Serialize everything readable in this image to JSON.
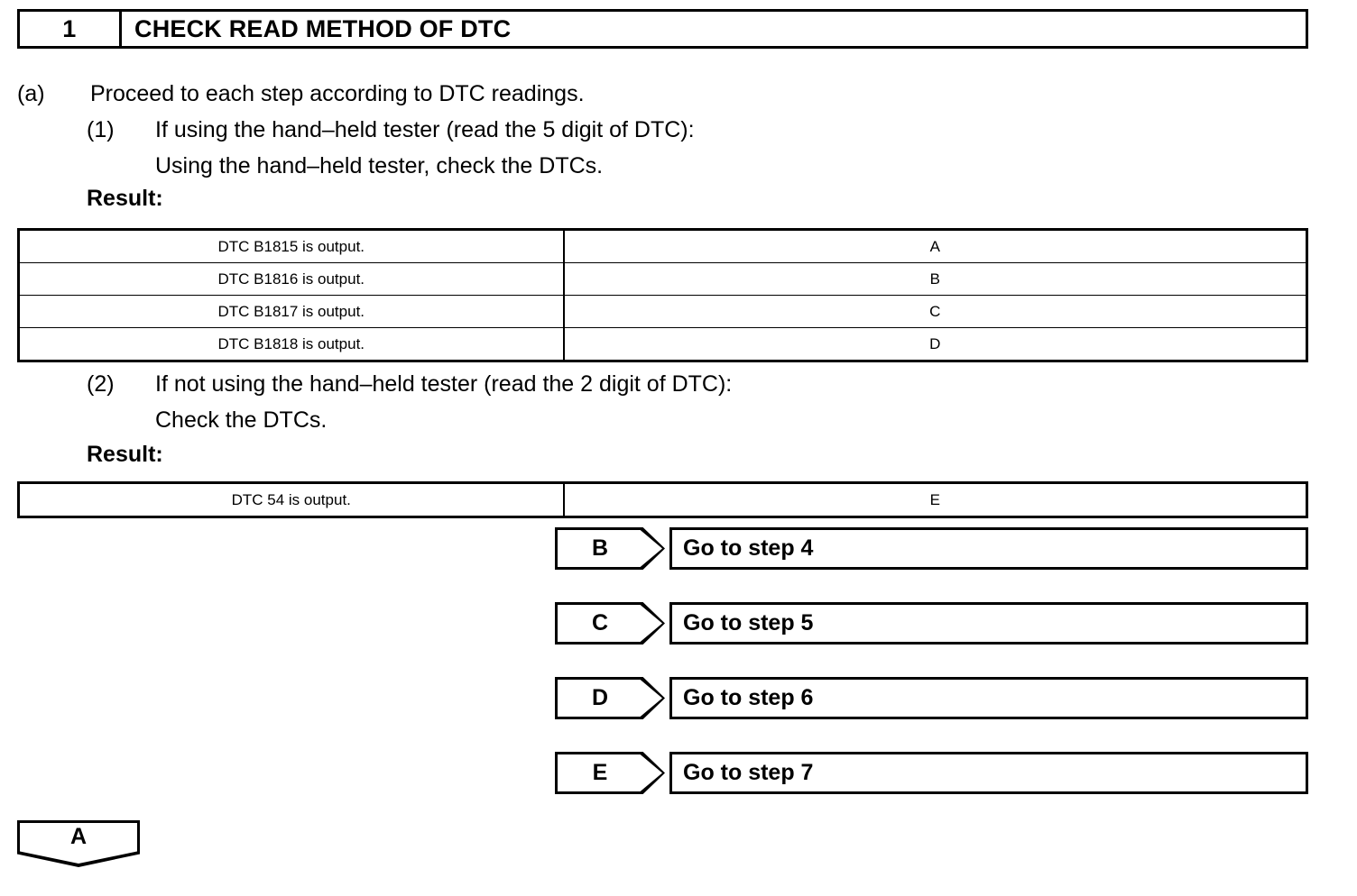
{
  "step_header": {
    "number": "1",
    "title": "CHECK READ METHOD OF DTC"
  },
  "procedure": {
    "item_a": {
      "marker": "(a)",
      "text": "Proceed to each step according to DTC readings."
    },
    "sub_1": {
      "marker": "(1)",
      "text": "If using the hand–held tester (read the 5 digit of DTC):",
      "detail": "Using the hand–held tester, check the DTCs.",
      "result_label": "Result:"
    },
    "sub_2": {
      "marker": "(2)",
      "text": "If not using the hand–held tester (read the 2 digit of DTC):",
      "detail": "Check the DTCs.",
      "result_label": "Result:"
    }
  },
  "result_table_1": {
    "rows": [
      {
        "condition": "DTC B1815 is output.",
        "result": "A"
      },
      {
        "condition": "DTC B1816 is output.",
        "result": "B"
      },
      {
        "condition": "DTC B1817 is output.",
        "result": "C"
      },
      {
        "condition": "DTC B1818 is output.",
        "result": "D"
      }
    ]
  },
  "result_table_2": {
    "rows": [
      {
        "condition": "DTC 54 is output.",
        "result": "E"
      }
    ]
  },
  "goto_rows": [
    {
      "tag": "B",
      "label": "Go to step 4"
    },
    {
      "tag": "C",
      "label": "Go to step 5"
    },
    {
      "tag": "D",
      "label": "Go to step 6"
    },
    {
      "tag": "E",
      "label": "Go to step 7"
    }
  ],
  "connector_badge": {
    "label": "A"
  },
  "colors": {
    "ink": "#000000",
    "paper": "#ffffff"
  }
}
